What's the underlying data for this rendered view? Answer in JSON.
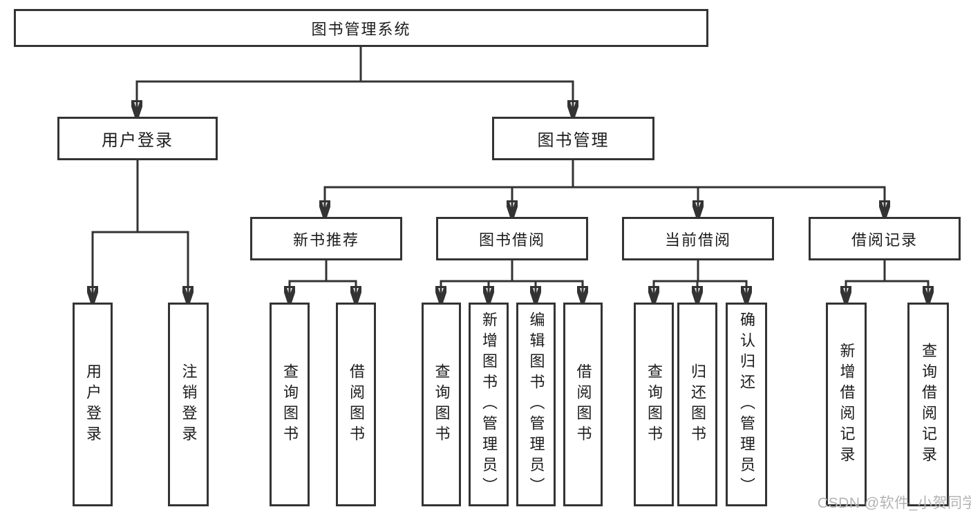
{
  "diagram": {
    "root": {
      "label": "图书管理系统"
    },
    "user_login": {
      "label": "用户登录"
    },
    "book_management": {
      "label": "图书管理"
    },
    "new_books": {
      "label": "新书推荐"
    },
    "book_borrow": {
      "label": "图书借阅"
    },
    "current_borrow": {
      "label": "当前借阅"
    },
    "borrow_records": {
      "label": "借阅记录"
    },
    "leaves": {
      "user_login": {
        "label": "用户登录"
      },
      "logout": {
        "label": "注销登录"
      },
      "nb_query": {
        "label": "查询图书"
      },
      "nb_borrow": {
        "label": "借阅图书"
      },
      "bb_query": {
        "label": "查询图书"
      },
      "bb_add": {
        "label": "新增图书（管理员）"
      },
      "bb_edit": {
        "label": "编辑图书（管理员）"
      },
      "bb_borrow": {
        "label": "借阅图书"
      },
      "cb_query": {
        "label": "查询图书"
      },
      "cb_return": {
        "label": "归还图书"
      },
      "cb_confirm": {
        "label": "确认归还（管理员）"
      },
      "br_add": {
        "label": "新增借阅记录"
      },
      "br_query": {
        "label": "查询借阅记录"
      }
    }
  },
  "watermark": {
    "text": "CSDN @软件_小贺同学"
  },
  "colors": {
    "line": "#333333",
    "text": "#1c1c1c",
    "watermark": "#b3b3b3",
    "background": "#ffffff"
  }
}
